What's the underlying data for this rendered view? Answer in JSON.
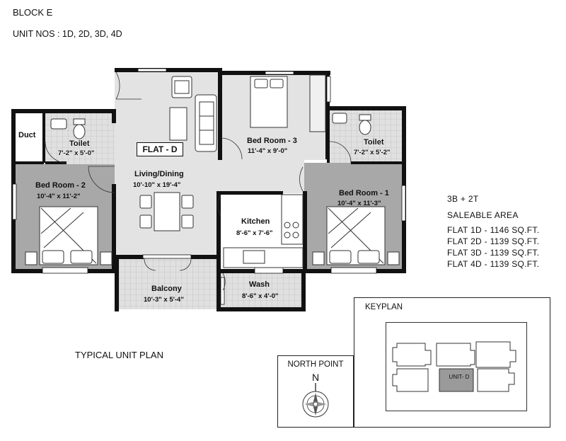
{
  "header": {
    "block": "BLOCK E",
    "units": "UNIT NOS : 1D, 2D, 3D, 4D"
  },
  "flat_label": "FLAT - D",
  "rooms": {
    "duct": {
      "name": "Duct"
    },
    "toilet_left": {
      "name": "Toilet",
      "dim": "7'-2\" x 5'-0\""
    },
    "bedroom2": {
      "name": "Bed Room - 2",
      "dim": "10'-4\" x 11'-2\""
    },
    "living": {
      "name": "Living/Dining",
      "dim": "10'-10\" x 19'-4\""
    },
    "bedroom3": {
      "name": "Bed Room - 3",
      "dim": "11'-4\" x 9'-0\""
    },
    "toilet_right": {
      "name": "Toilet",
      "dim": "7'-2\" x 5'-2\""
    },
    "bedroom1": {
      "name": "Bed Room - 1",
      "dim": "10'-4\" x 11'-3\""
    },
    "kitchen": {
      "name": "Kitchen",
      "dim": "8'-6\" x 7'-6\""
    },
    "balcony": {
      "name": "Balcony",
      "dim": "10'-3\" x 5'-4\""
    },
    "wash": {
      "name": "Wash",
      "dim": "8'-6\" x 4'-0\""
    }
  },
  "info": {
    "config": "3B + 2T",
    "saleable_title": "SALEABLE AREA",
    "areas": [
      "FLAT 1D - 1146 SQ.FT.",
      "FLAT 2D - 1139 SQ.FT.",
      "FLAT 3D - 1139 SQ.FT.",
      "FLAT 4D - 1139 SQ.FT."
    ]
  },
  "caption": "TYPICAL UNIT PLAN",
  "north": {
    "title": "NORTH POINT",
    "letter": "N"
  },
  "keyplan": {
    "title": "KEYPLAN",
    "unit_label": "UNIT- D"
  },
  "colors": {
    "wall": "#111111",
    "floor_light": "#e3e3e3",
    "floor_dark": "#a9a9a9",
    "tile": "#cfcfcf",
    "highlight": "#9a9a9a"
  }
}
